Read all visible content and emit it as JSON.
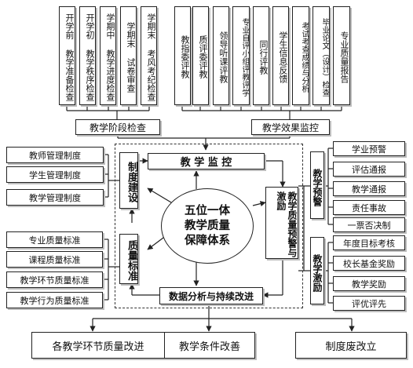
{
  "top_left_items": [
    "开学前 教学准备检查",
    "开学初 教学秩序检查",
    "学期中 教学进度检查",
    "学期末 试卷审查",
    "学期末 考风考纪检查"
  ],
  "top_right_items": [
    "教指委评教",
    "质评委评教",
    "领导听课评教",
    "专业自评小组评教评学",
    "同行评教",
    "学生信息反馈",
    "考试考查成绩与分析",
    "毕业论文（设计）检查",
    "专业质量报告"
  ],
  "stage_check": "教学阶段检查",
  "effect_monitor": "教学效果监控",
  "institution": {
    "title": "制度建设",
    "items": [
      "教师管理制度",
      "学生管理制度",
      "教学管理制度"
    ]
  },
  "quality": {
    "title": "质量标准",
    "items": [
      "专业质量标准",
      "课程质量标准",
      "教学环节质量标准",
      "教学行为质量标准"
    ]
  },
  "monitor_title": "教 学 监 控",
  "center": [
    "五位一体",
    "教学质量",
    "保障体系"
  ],
  "data_analysis": "数据分析与持续改进",
  "warning_box": "教学质量预警与激励",
  "warning": {
    "title": "教学预警",
    "items": [
      "学业预警",
      "评估通报",
      "教学通报",
      "责任事故",
      "一票否决制"
    ]
  },
  "incentive": {
    "title": "教学激励",
    "items": [
      "年度目标考核",
      "校长基金奖励",
      "教学奖励",
      "评优评先"
    ]
  },
  "bottom": [
    "各教学环节质量改进",
    "教学条件改善",
    "制度废改立"
  ]
}
